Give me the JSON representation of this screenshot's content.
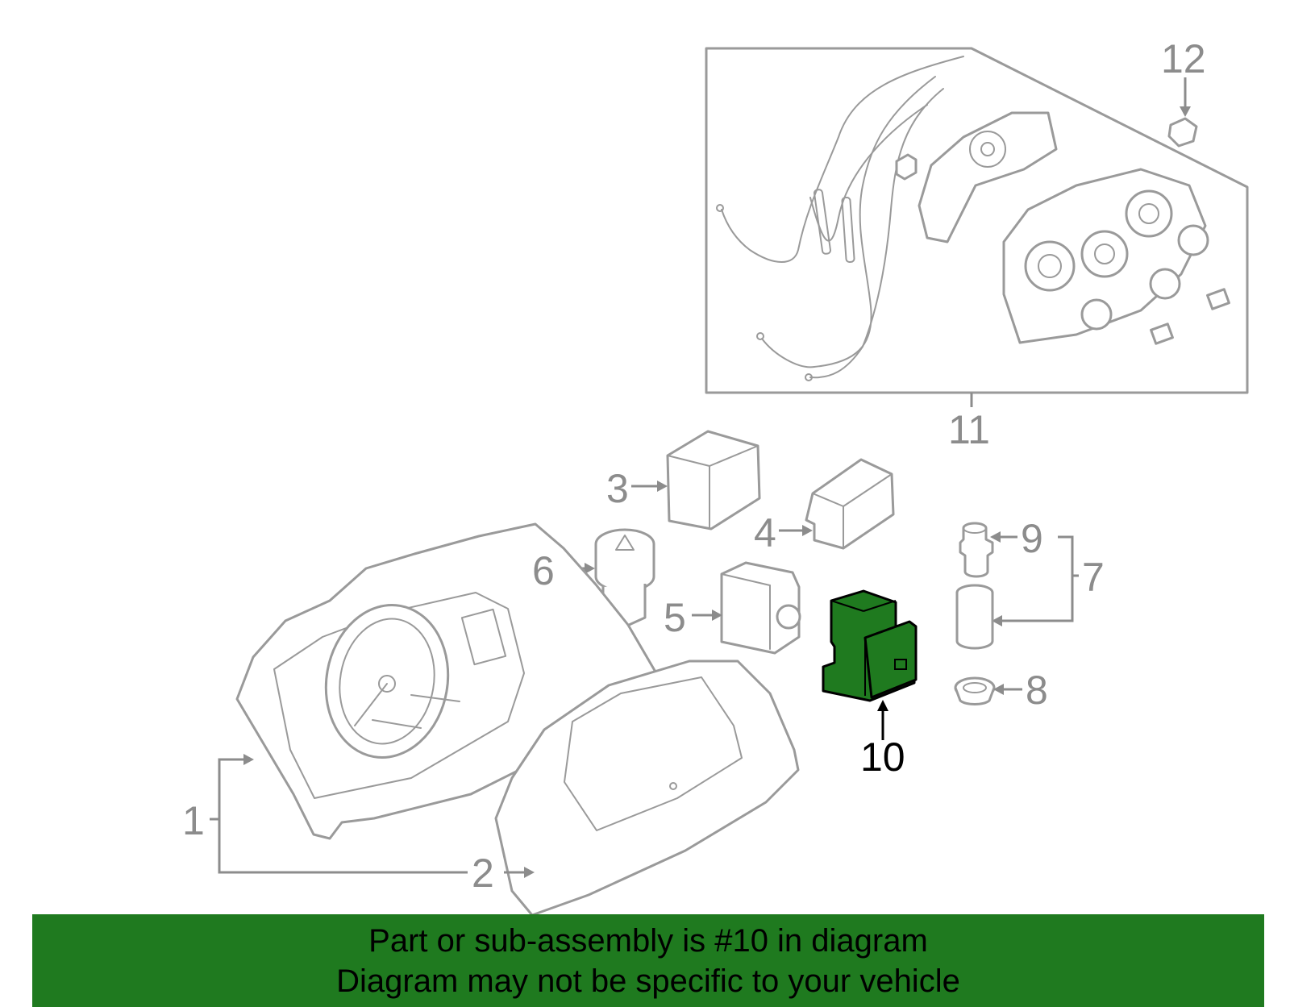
{
  "diagram": {
    "callouts": {
      "c1": "1",
      "c2": "2",
      "c3": "3",
      "c4": "4",
      "c5": "5",
      "c6": "6",
      "c7": "7",
      "c8": "8",
      "c9": "9",
      "c10": "10",
      "c11": "11",
      "c12": "12"
    },
    "highlighted_part": "10"
  },
  "colors": {
    "highlight_fill": "#1f7a1f",
    "line_gray": "#9a9a9a",
    "label_gray": "#8c8c8c",
    "banner_bg": "#1f7a1f"
  },
  "banner": {
    "line1": "Part or sub-assembly is #10 in diagram",
    "line2": "Diagram may not be specific to your vehicle"
  }
}
